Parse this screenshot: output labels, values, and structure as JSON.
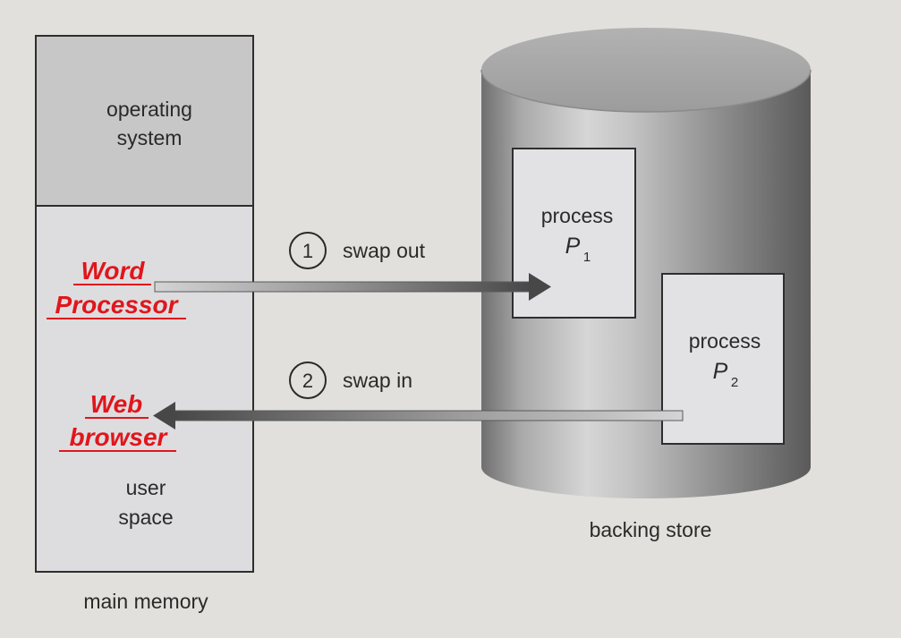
{
  "main_memory": {
    "os_line1": "operating",
    "os_line2": "system",
    "user_line1": "user",
    "user_line2": "space",
    "caption": "main memory",
    "annotation_word_line1": "Word",
    "annotation_word_line2": "Processor",
    "annotation_web_line1": "Web",
    "annotation_web_line2": "browser",
    "annotation_color": "#e0161b"
  },
  "backing_store": {
    "caption": "backing store",
    "process1_label": "process",
    "process1_name": "P",
    "process1_sub": "1",
    "process2_label": "process",
    "process2_name": "P",
    "process2_sub": "2"
  },
  "steps": {
    "step1_number": "1",
    "step1_label": "swap out",
    "step2_number": "2",
    "step2_label": "swap in"
  },
  "colors": {
    "background": "#e1e0dc",
    "os_region": "#c7c7c7",
    "user_region": "#dddde0"
  }
}
